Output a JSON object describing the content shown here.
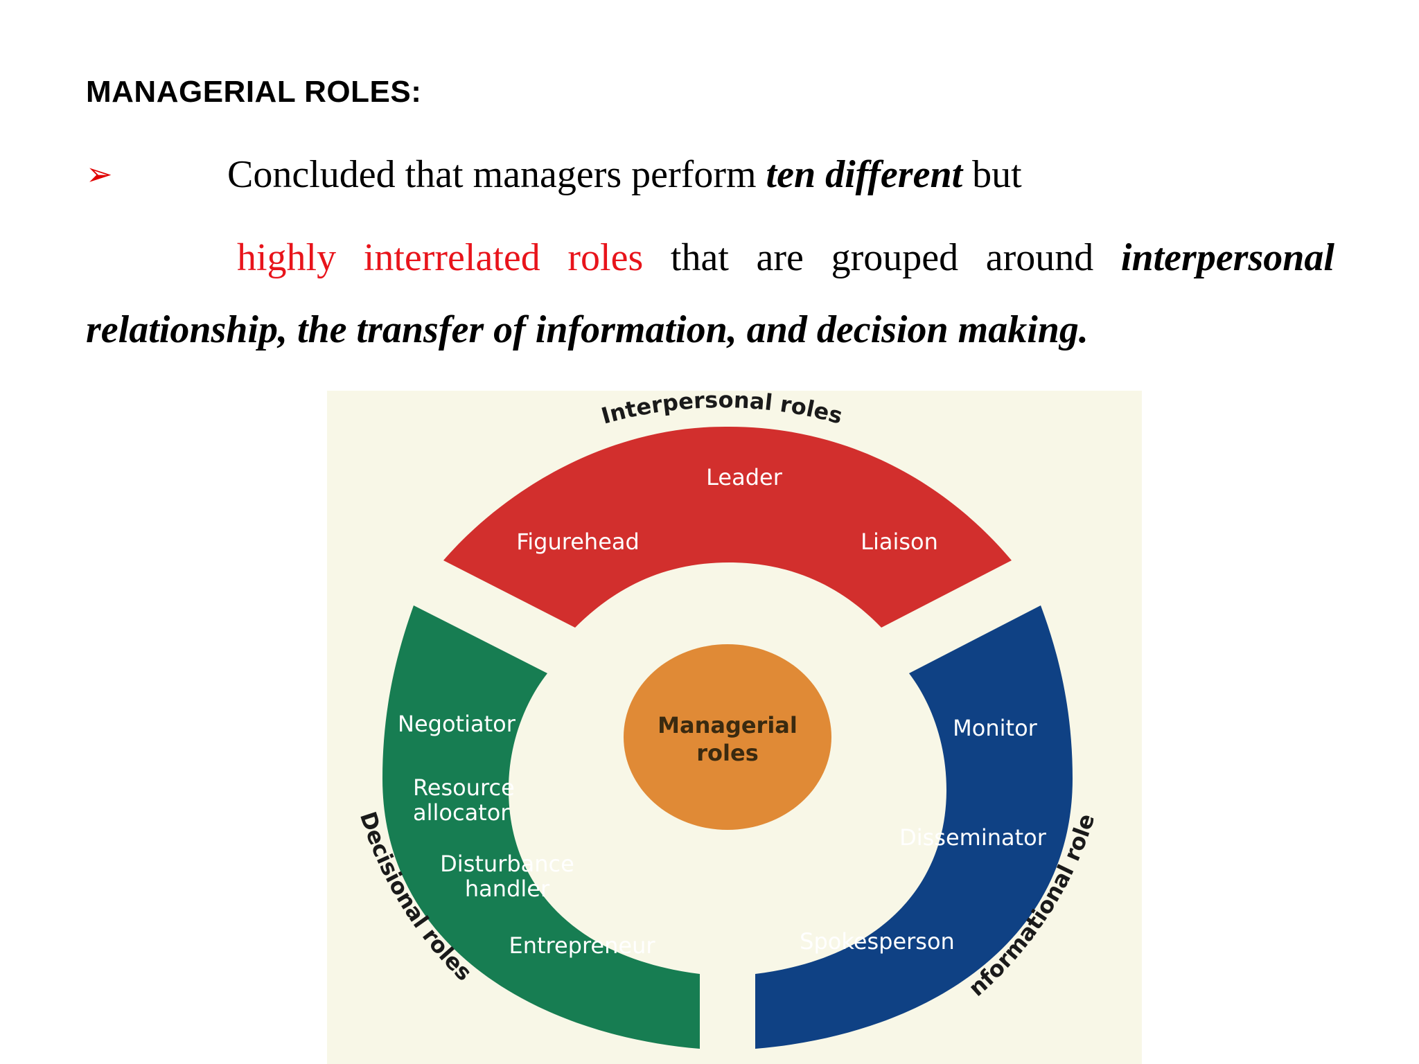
{
  "heading": "MANAGERIAL ROLES:",
  "bullet_symbol": "➢",
  "paragraph": {
    "line1_plain": "Concluded that managers perform ",
    "line1_emph": "ten different",
    "line1_end": " but",
    "line2_red": [
      "highly",
      "interrelated",
      "roles"
    ],
    "line2_plain": [
      "that",
      "are",
      "grouped",
      "around"
    ],
    "line2_emph": "interpersonal",
    "line3_emph": "relationship, the transfer of information, and decision making."
  },
  "diagram": {
    "center": [
      "Managerial",
      "roles"
    ],
    "interpersonal": {
      "title": "Interpersonal roles",
      "items": [
        "Leader",
        "Figurehead",
        "Liaison"
      ]
    },
    "decisional": {
      "title": "Decisional roles",
      "items": [
        "Negotiator",
        "Resource",
        "allocator",
        "Disturbance",
        "handler",
        "Entrepreneur"
      ]
    },
    "informational": {
      "title": "Informational roles",
      "items": [
        "Monitor",
        "Disseminator",
        "Spokesperson"
      ]
    },
    "colors": {
      "background": "#f8f7e7",
      "interpersonal": "#d22f2d",
      "decisional": "#177d52",
      "informational": "#0f4184",
      "center": "#e08a36"
    }
  }
}
